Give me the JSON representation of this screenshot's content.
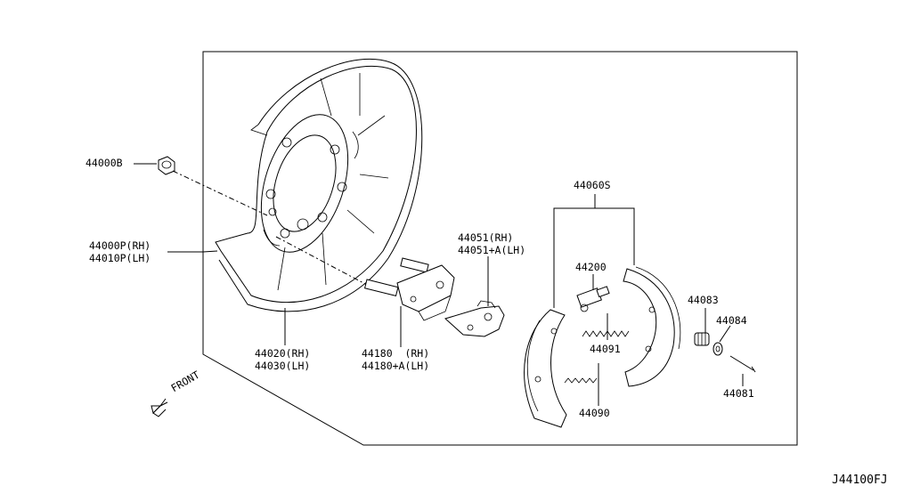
{
  "parts": {
    "nut": "44000B",
    "plate_rh": "44000P(RH)",
    "plate_lh": "44010P(LH)",
    "shield_rh": "44020(RH)",
    "shield_lh": "44030(LH)",
    "cable_rh": "44180  (RH)",
    "cable_lh": "44180+A(LH)",
    "lever_rh": "44051(RH)",
    "lever_lh": "44051+A(LH)",
    "shoe_set": "44060S",
    "adjuster": "44200",
    "spring_upper": "44091",
    "spring_lower": "44090",
    "spring_hold": "44083",
    "retainer": "44084",
    "pin": "44081"
  },
  "direction_label": "FRONT",
  "figure_ref": "J44100FJ"
}
